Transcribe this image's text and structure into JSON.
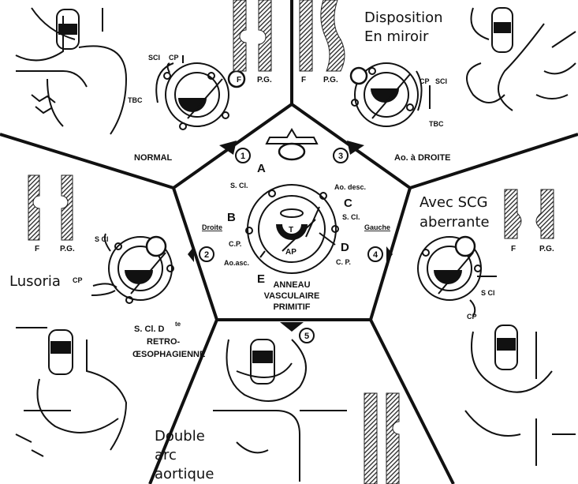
{
  "center": {
    "title_lines": [
      "ANNEAU",
      "VASCULAIRE",
      "PRIMITIF"
    ],
    "letters": [
      "A",
      "B",
      "C",
      "D",
      "E"
    ],
    "left_label": "Droite",
    "right_label": "Gauche",
    "labels": {
      "s_cl_left": "S. Cl.",
      "ao_desc": "Ao. desc.",
      "s_cl_right": "S. Cl.",
      "cp_left": "C.P.",
      "cp_right": "C. P.",
      "ao_asc": "Ao.asc.",
      "ap": "AP",
      "t": "T"
    }
  },
  "numbers": [
    "1",
    "2",
    "3",
    "4",
    "5"
  ],
  "panel1": {
    "caption": "NORMAL",
    "labels": {
      "sci": "SCI",
      "cp": "CP",
      "tbc": "TBC",
      "f": "F",
      "pg": "P.G."
    }
  },
  "panel3": {
    "caption": "Ao. à DROITE",
    "title_lines": [
      "Disposition",
      "En miroir"
    ],
    "labels": {
      "cp": "CP",
      "sci": "SCI",
      "tbc": "TBC",
      "f": "F",
      "pg": "P.G."
    }
  },
  "panel2": {
    "title": "Lusoria",
    "caption_lines": [
      "S. Cl. D",
      "RETRO-",
      "ŒSOPHAGIENNE"
    ],
    "caption_sup": "te",
    "labels": {
      "scl": "S Cl",
      "cp": "CP",
      "f": "F",
      "pg": "P.G."
    }
  },
  "panel4": {
    "title_lines": [
      "Avec SCG",
      "aberrante"
    ],
    "labels": {
      "scl": "S Cl",
      "cp": "CP",
      "f": "F",
      "pg": "P.G."
    }
  },
  "panel5": {
    "title_lines": [
      "Double",
      "arc",
      "aortique"
    ]
  }
}
